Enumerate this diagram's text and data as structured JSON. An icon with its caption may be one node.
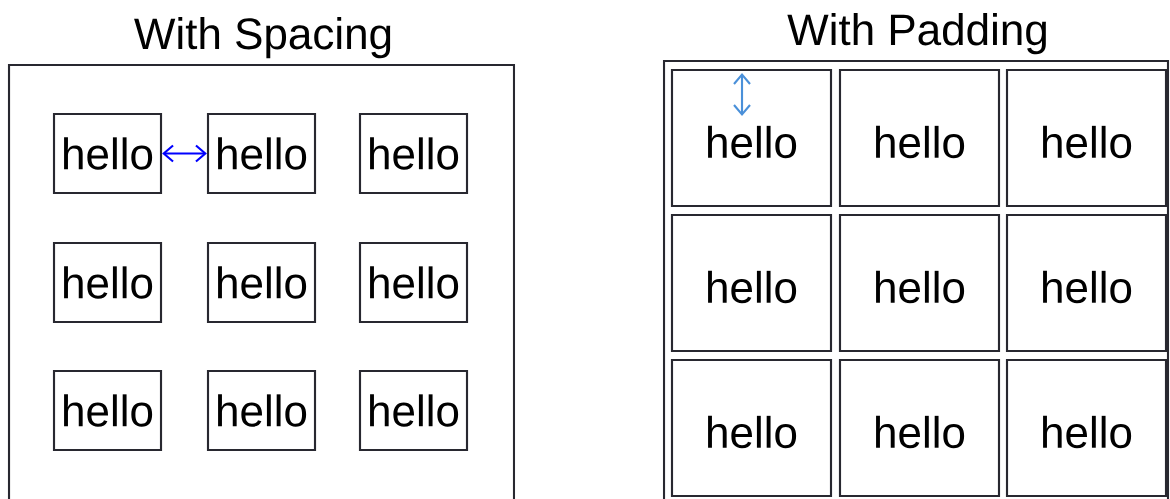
{
  "diagram": {
    "nodes": [
      {
        "text": [
          "With Spacing"
        ]
      },
      {
        "text": [
          "hello"
        ],
        "in": 0
      },
      {
        "text": [
          "hello"
        ],
        "in": 0
      },
      {
        "text": [
          "hello"
        ],
        "in": 0
      },
      {
        "text": [
          "hello"
        ],
        "in": 0
      },
      {
        "text": [
          "hello"
        ],
        "in": 0
      },
      {
        "text": [
          "hello"
        ],
        "in": 0
      },
      {
        "text": [
          "hello"
        ],
        "in": 0
      },
      {
        "text": [
          "hello"
        ],
        "in": 0
      },
      {
        "text": [
          "hello"
        ],
        "in": 0
      },
      {
        "text": [
          "With Padding"
        ]
      },
      {
        "text": [
          "hello"
        ],
        "in": 10
      },
      {
        "text": [
          "hello"
        ],
        "in": 10
      },
      {
        "text": [
          "hello"
        ],
        "in": 10
      },
      {
        "text": [
          "hello"
        ],
        "in": 10
      },
      {
        "text": [
          "hello"
        ],
        "in": 10
      },
      {
        "text": [
          "hello"
        ],
        "in": 10
      },
      {
        "text": [
          "hello"
        ],
        "in": 10
      },
      {
        "text": [
          "hello"
        ],
        "in": 10
      },
      {
        "text": [
          "hello"
        ],
        "in": 10
      }
    ],
    "edges": [
      {
        "from": 1,
        "to": 2,
        "arrow": "both",
        "color": "#0000ff"
      }
    ]
  }
}
